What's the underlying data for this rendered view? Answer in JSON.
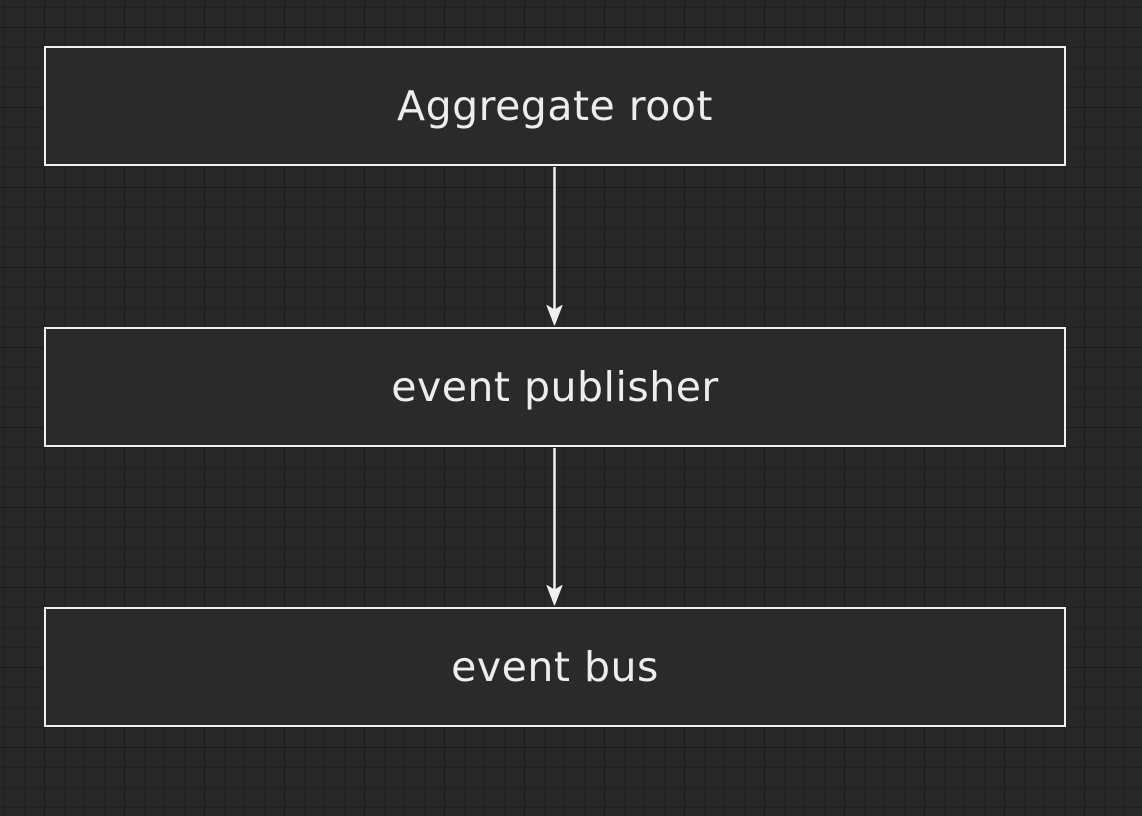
{
  "diagram": {
    "nodes": [
      {
        "id": "aggregate-root",
        "label": "Aggregate root"
      },
      {
        "id": "event-publisher",
        "label": "event publisher"
      },
      {
        "id": "event-bus",
        "label": "event bus"
      }
    ],
    "edges": [
      {
        "from": "aggregate-root",
        "to": "event-publisher",
        "direction": "down"
      },
      {
        "from": "event-publisher",
        "to": "event-bus",
        "direction": "down"
      }
    ],
    "colors": {
      "background": "#272727",
      "grid_minor": "#212121",
      "grid_major": "#1b1b1b",
      "node_fill": "#2a2a2a",
      "node_border": "#f0f0f0",
      "node_text": "#ededed",
      "arrow": "#f0f0f0"
    }
  }
}
